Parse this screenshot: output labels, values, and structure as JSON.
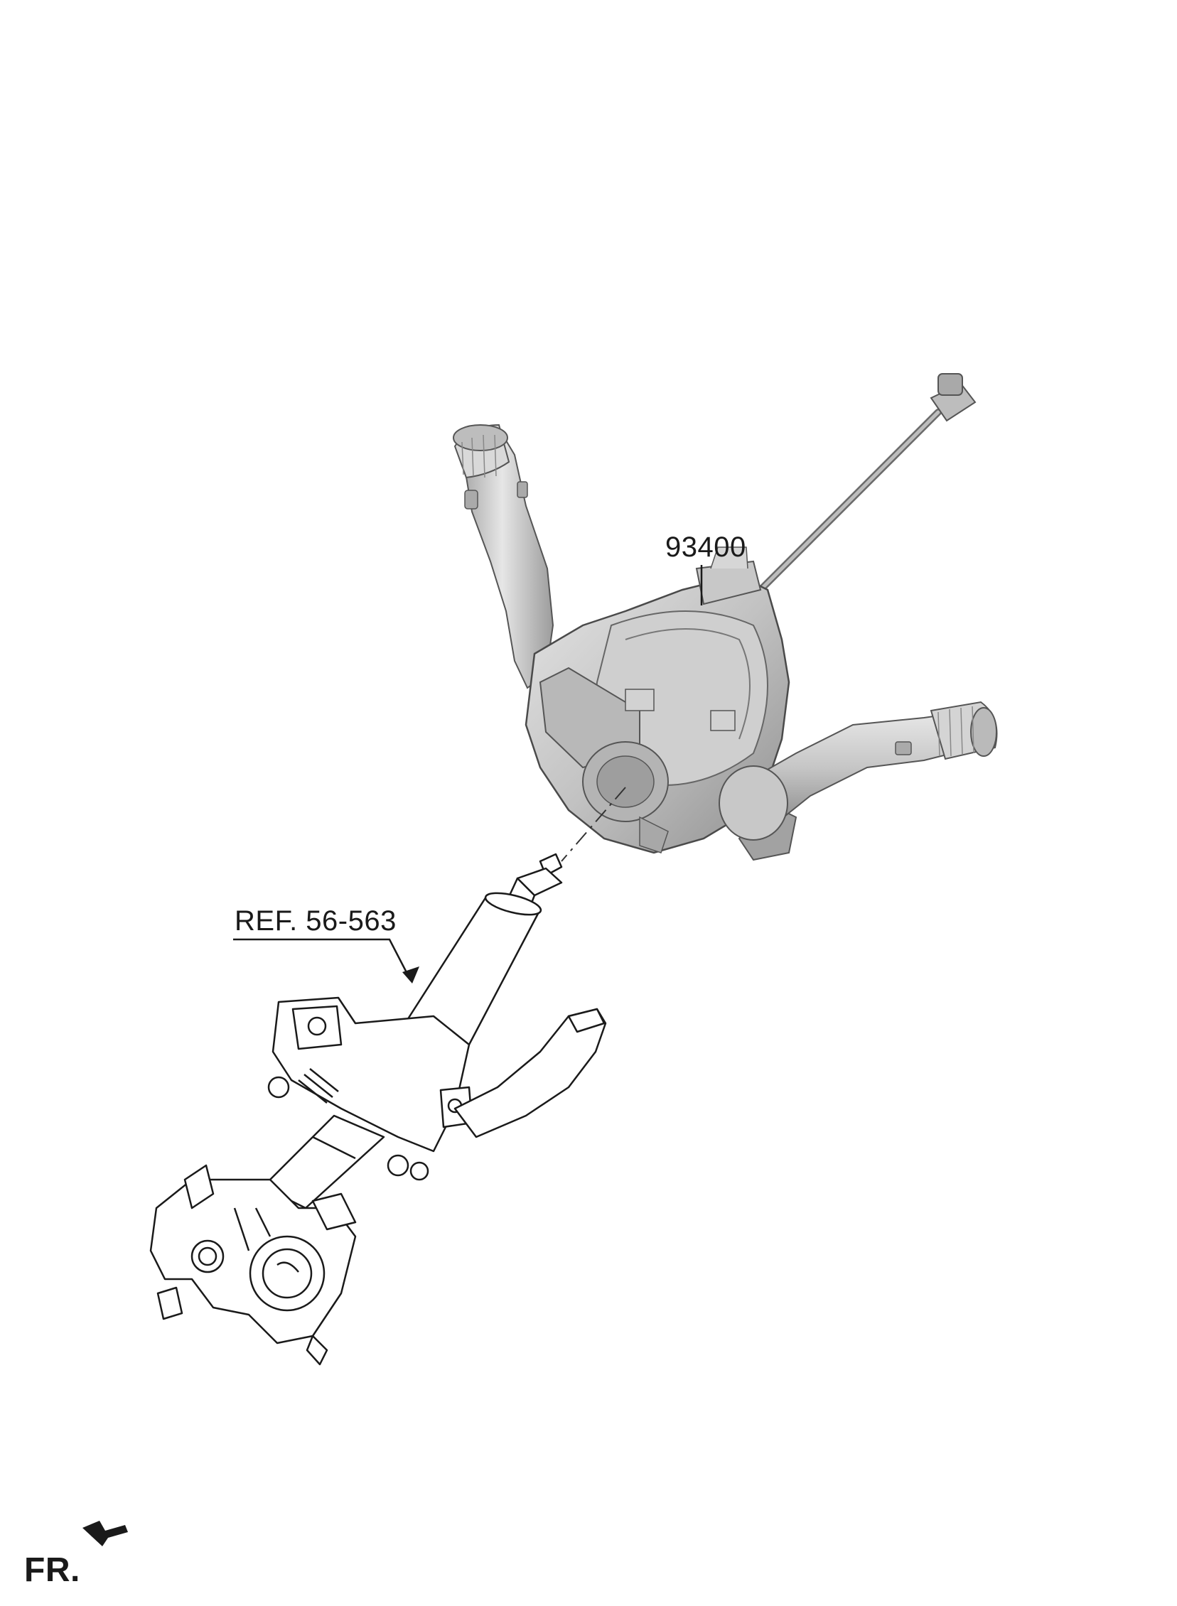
{
  "labels": {
    "part_number": "93400",
    "reference": "REF. 56-563",
    "front_marker": "FR."
  },
  "colors": {
    "line": "#1a1a1a",
    "part_fill": "#c4c4c4",
    "part_shade": "#9a9a9a",
    "part_highlight": "#e2e2e2",
    "background": "#ffffff"
  }
}
